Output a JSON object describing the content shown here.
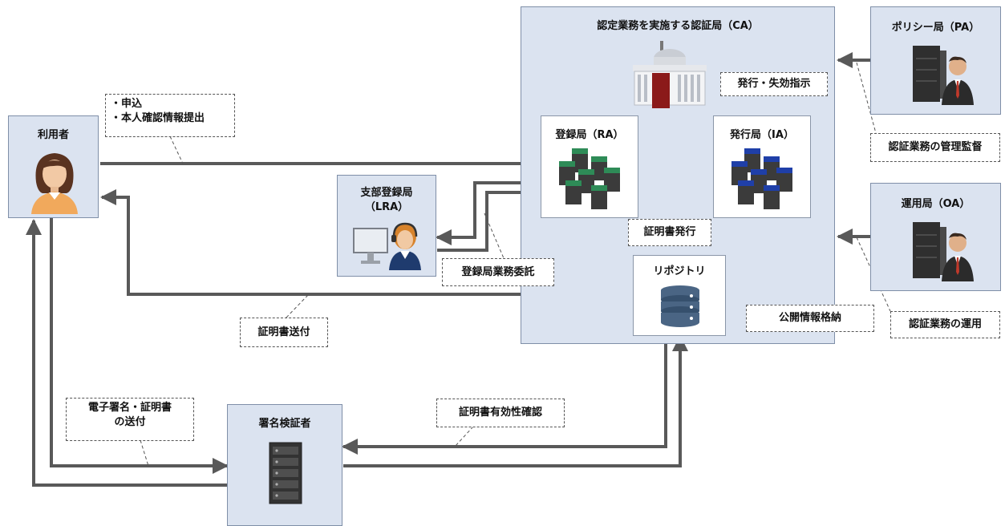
{
  "nodes": {
    "ca": "認定業務を実施する認証局（CA）",
    "pa": "ポリシー局（PA）",
    "oa": "運用局（OA）",
    "user": "利用者",
    "ra": "登録局（RA）",
    "ia": "発行局（IA）",
    "lra_line1": "支部登録局",
    "lra_line2": "（LRA）",
    "repository": "リポジトリ",
    "verifier": "署名検証者"
  },
  "notes": {
    "apply_line1": "・申込",
    "apply_line2": "・本人確認情報提出",
    "issue_revoke": "発行・失効指示",
    "pa_mgmt": "認証業務の管理監督",
    "cert_issue": "証明書発行",
    "oa_ops": "認証業務の運用",
    "ra_delegation": "登録局業務委託",
    "cert_send": "証明書送付",
    "publish": "公開情報格納",
    "sig_send_line1": "電子署名・証明書",
    "sig_send_line2": "の送付",
    "validity": "証明書有効性確認"
  },
  "colors": {
    "box_fill": "#dbe3f0",
    "arrow": "#595959",
    "server_green": "#2e8b57",
    "server_blue": "#1f3fa8"
  },
  "icons": {
    "ca": "building-icon",
    "pa": "server-person-icon",
    "oa": "server-person-icon",
    "user": "woman-avatar-icon",
    "ra": "green-server-cluster-icon",
    "ia": "blue-server-cluster-icon",
    "lra": "operator-computer-icon",
    "repository": "database-icon",
    "verifier": "server-rack-icon"
  }
}
